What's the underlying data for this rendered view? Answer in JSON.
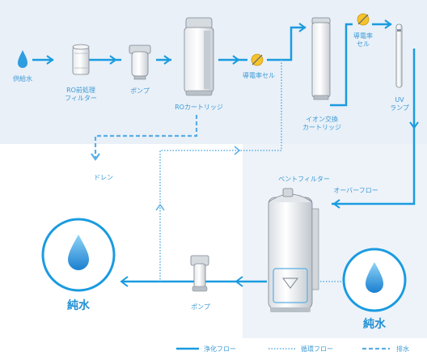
{
  "labels": {
    "supply_water": "供給水",
    "ro_prefilter": "RO前処理\nフィルター",
    "pump_top": "ポンプ",
    "ro_cartridge": "ROカートリッジ",
    "conductivity_cell_1": "導電率セル",
    "ion_exchange": "イオン交換\nカートリッジ",
    "conductivity_cell_2": "導電率\nセル",
    "uv_lamp": "UV\nランプ",
    "drain": "ドレン",
    "vent_filter": "ベントフィルター",
    "overflow": "オーバーフロー",
    "pure_water_left": "純水",
    "pure_water_right": "純水",
    "pump_bottom": "ポンプ"
  },
  "legend": {
    "purify_flow": "浄化フロー",
    "circulation_flow": "循環フロー",
    "drainage": "排水"
  },
  "colors": {
    "flow": "#1a9be0",
    "panel": "#e9f0f8",
    "panel_bottom": "#eef3f9",
    "label": "#3a9ad6",
    "dash": "#5aaee5"
  },
  "icons": {
    "water_drop": "droplet-icon",
    "sensor": "conductivity-sensor-icon"
  }
}
